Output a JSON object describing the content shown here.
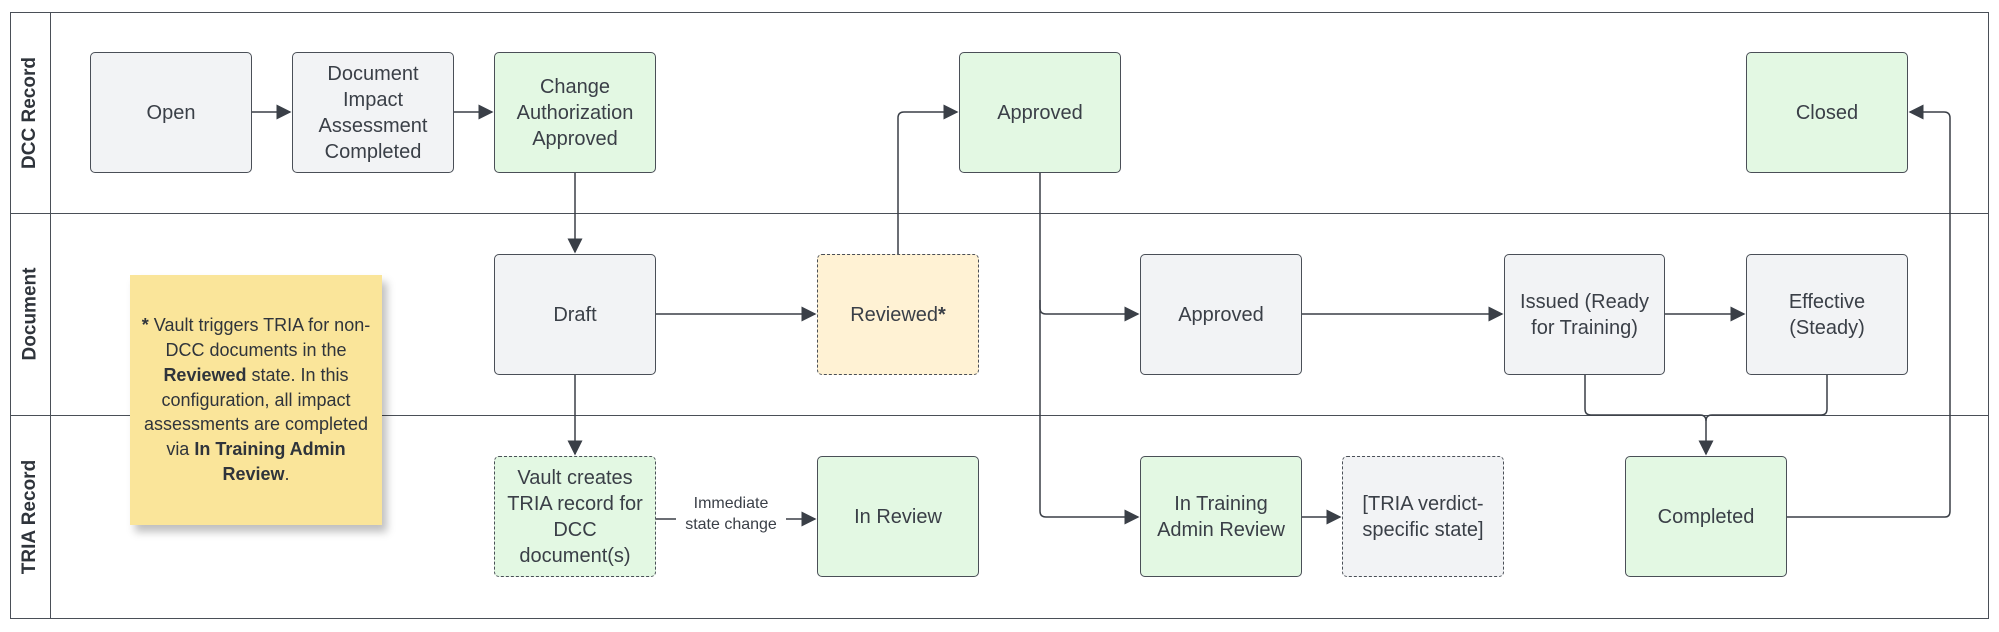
{
  "lanes": {
    "dcc_record": "DCC Record",
    "document": "Document",
    "tria_record": "TRIA Record"
  },
  "nodes": {
    "open": "Open",
    "doc_impact": "Document Impact Assessment Completed",
    "change_auth": "Change Authorization Approved",
    "dcc_approved": "Approved",
    "closed": "Closed",
    "draft": "Draft",
    "reviewed": "Reviewed",
    "reviewed_star": "*",
    "doc_approved": "Approved",
    "issued": "Issued (Ready for Training)",
    "effective": "Effective (Steady)",
    "vault_creates": "Vault creates TRIA record for DCC document(s)",
    "in_review": "In Review",
    "in_training_admin": "In Training Admin Review",
    "tria_verdict": "[TRIA verdict-specific state]",
    "completed": "Completed"
  },
  "edge_labels": {
    "immediate": "Immediate state change"
  },
  "note": {
    "star": "*",
    "t1": " Vault triggers TRIA for non-DCC documents in the ",
    "b1": "Reviewed",
    "t2": " state. In this configuration, all impact assessments are completed via ",
    "b2": "In Training Admin Review",
    "t3": "."
  },
  "colors": {
    "gray_fill": "#f2f3f5",
    "green_fill": "#e3f8e3",
    "yellow_fill": "#fff2d4",
    "note_fill": "#fae59a",
    "stroke": "#4a4f57"
  }
}
